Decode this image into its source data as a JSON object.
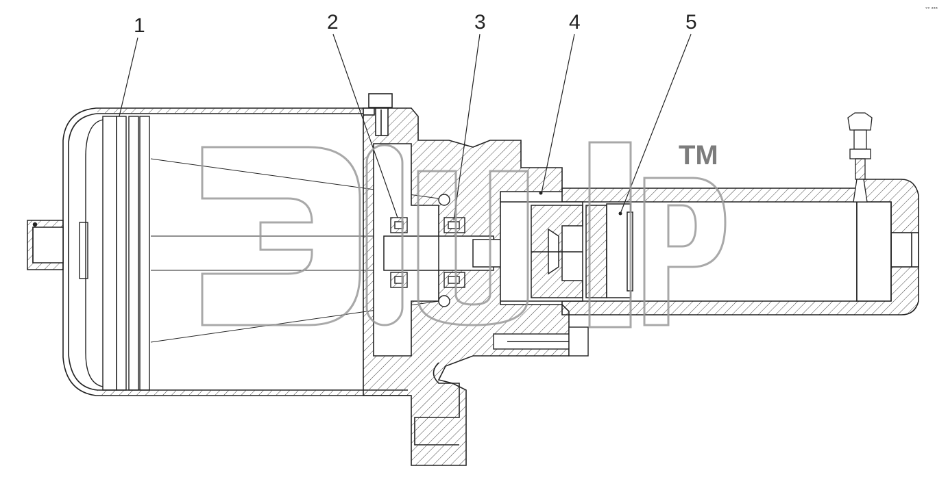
{
  "callouts": [
    {
      "label": "1"
    },
    {
      "label": "2"
    },
    {
      "label": "3"
    },
    {
      "label": "4"
    },
    {
      "label": "5"
    }
  ],
  "watermark": {
    "trademark": "TM"
  },
  "corner_mark": "°° ***",
  "colors": {
    "line": "#222222",
    "hatch": "#444444",
    "watermark": "#9a9a9a",
    "background": "#ffffff"
  }
}
